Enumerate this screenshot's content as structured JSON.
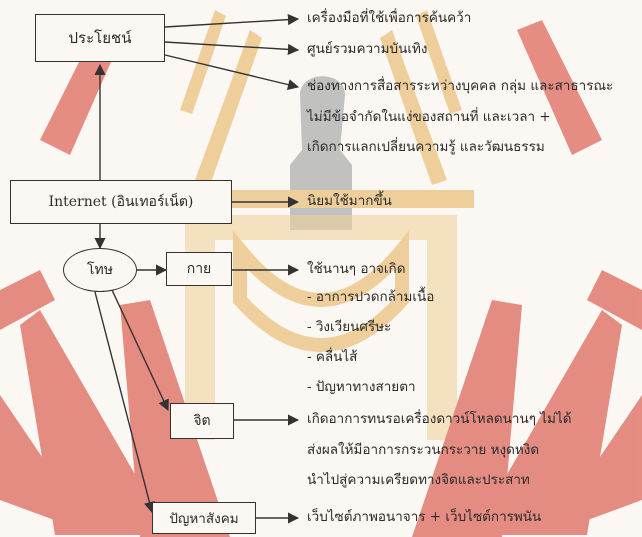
{
  "colors": {
    "watermark_red": "#e07a6e",
    "watermark_yellow": "#ecc98c",
    "watermark_gray": "#b8b8b8",
    "line": "#333333"
  },
  "nodes": {
    "benefits": "ประโยชน์",
    "internet": "Internet (อินเทอร์เน็ต)",
    "harm": "โทษ",
    "body": "กาย",
    "mind": "จิต",
    "social": "ปัญหาสังคม"
  },
  "benefit_items": [
    "เครื่องมือที่ใช้เพื่อการค้นคว้า",
    "ศูนย์รวมความบันเทิง",
    "ช่องทางการสื่อสารระหว่างบุคคล กลุ่ม และสาธารณะ",
    "ไม่มีข้อจำกัดในแง่ของสถานที่ และเวลา +",
    "เกิดการแลกเปลี่ยนความรู้ และวัฒนธรรม"
  ],
  "internet_item": "นิยมใช้มากขึ้น",
  "body_items": [
    "ใช้นานๆ อาจเกิด",
    "- อาการปวดกล้ามเนื้อ",
    "- วิงเวียนศรีษะ",
    "- คลื่นไส้",
    "- ปัญหาทางสายตา"
  ],
  "mind_items": [
    "เกิดอาการทนรอเครื่องดาวน์โหลดนานๆ ไม่ได้",
    "ส่งผลให้มีอาการกระวนกระวาย หงุดหงิด",
    "นำไปสู่ความเครียดทางจิตและประสาท"
  ],
  "social_item": "เว็บไซต์ภาพอนาจาร + เว็บไซต์การพนัน"
}
